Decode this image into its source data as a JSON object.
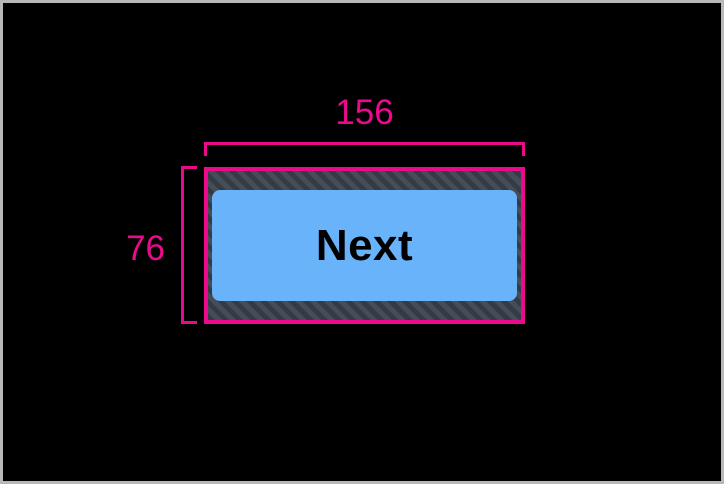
{
  "overlay": {
    "type": "element-measurement-overlay",
    "background_color": "#000000",
    "frame_color": "#b8b8b8",
    "accent_color": "#ec0a8c"
  },
  "measurements": {
    "width": {
      "value": "156",
      "unit_implied": "px",
      "orientation": "horizontal",
      "position": "above"
    },
    "height": {
      "value": "76",
      "unit_implied": "px",
      "orientation": "vertical",
      "position": "left"
    }
  },
  "element": {
    "kind": "button",
    "label": "Next",
    "surface_color": "#68b3fa",
    "text_color": "#000000",
    "outline_color": "#ec0a8c",
    "padding_region": {
      "fill": "#343b45",
      "hatch": "#454d59",
      "pattern": "diagonal-stripes-45deg"
    }
  }
}
